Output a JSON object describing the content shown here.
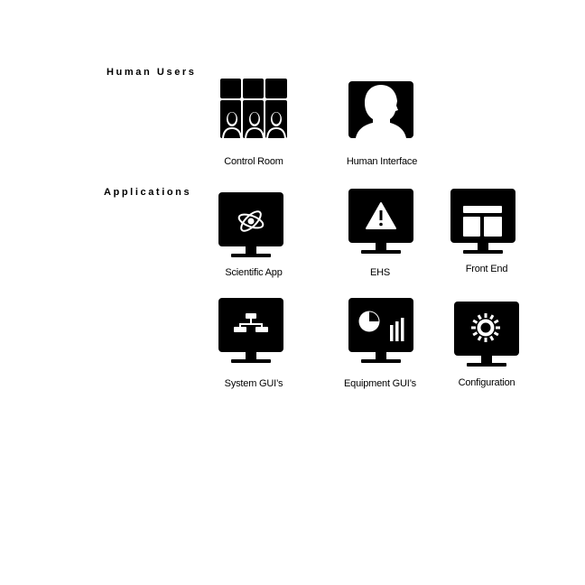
{
  "sections": {
    "human_users": "Human Users",
    "applications": "Applications"
  },
  "items": {
    "control_room": {
      "label": "Control Room",
      "icon": "control-room-icon"
    },
    "human_interface": {
      "label": "Human Interface",
      "icon": "human-head-icon"
    },
    "scientific_app": {
      "label": "Scientific App",
      "icon": "atom-monitor-icon"
    },
    "ehs": {
      "label": "EHS",
      "icon": "warning-monitor-icon"
    },
    "front_end": {
      "label": "Front End",
      "icon": "layout-monitor-icon"
    },
    "system_guis": {
      "label": "System GUI’s",
      "icon": "hierarchy-monitor-icon"
    },
    "equipment_guis": {
      "label": "Equipment GUI’s",
      "icon": "chart-monitor-icon"
    },
    "configuration": {
      "label": "Configuration",
      "icon": "gear-monitor-icon"
    }
  },
  "colors": {
    "icon": "#000000",
    "background": "#ffffff"
  }
}
